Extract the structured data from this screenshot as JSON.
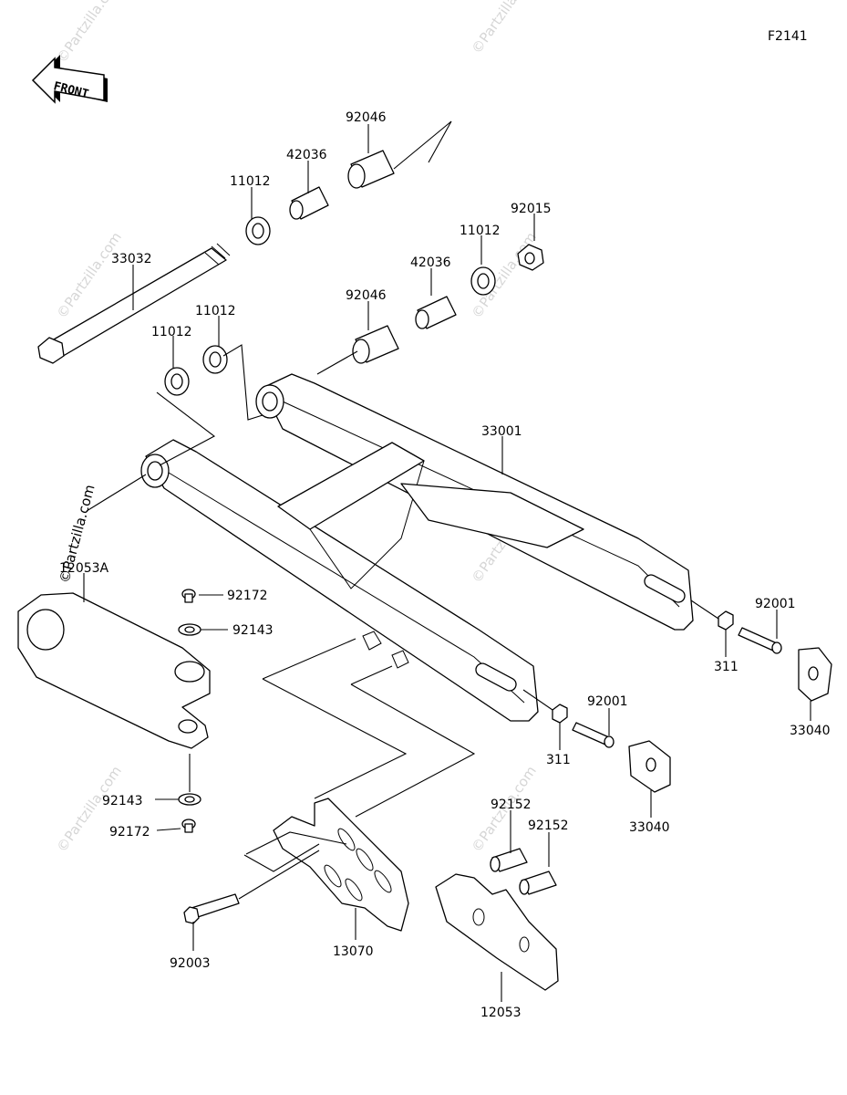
{
  "figure_code": "F2141",
  "front_arrow_label": "FRONT",
  "watermark": "©Partzilla.com",
  "parts": [
    {
      "id": "p33032",
      "number": "33032"
    },
    {
      "id": "p11012a",
      "number": "11012"
    },
    {
      "id": "p42036a",
      "number": "42036"
    },
    {
      "id": "p92046a",
      "number": "92046"
    },
    {
      "id": "p11012b",
      "number": "11012"
    },
    {
      "id": "p11012c",
      "number": "11012"
    },
    {
      "id": "p92046b",
      "number": "92046"
    },
    {
      "id": "p42036b",
      "number": "42036"
    },
    {
      "id": "p11012d",
      "number": "11012"
    },
    {
      "id": "p92015",
      "number": "92015"
    },
    {
      "id": "p33001",
      "number": "33001"
    },
    {
      "id": "p12053A",
      "number": "12053A"
    },
    {
      "id": "p92172a",
      "number": "92172"
    },
    {
      "id": "p92143a",
      "number": "92143"
    },
    {
      "id": "p92143b",
      "number": "92143"
    },
    {
      "id": "p92172b",
      "number": "92172"
    },
    {
      "id": "p92001a",
      "number": "92001"
    },
    {
      "id": "p311a",
      "number": "311"
    },
    {
      "id": "p33040a",
      "number": "33040"
    },
    {
      "id": "p92001b",
      "number": "92001"
    },
    {
      "id": "p311b",
      "number": "311"
    },
    {
      "id": "p33040b",
      "number": "33040"
    },
    {
      "id": "p92152a",
      "number": "92152"
    },
    {
      "id": "p92152b",
      "number": "92152"
    },
    {
      "id": "p92003",
      "number": "92003"
    },
    {
      "id": "p13070",
      "number": "13070"
    },
    {
      "id": "p12053",
      "number": "12053"
    }
  ]
}
